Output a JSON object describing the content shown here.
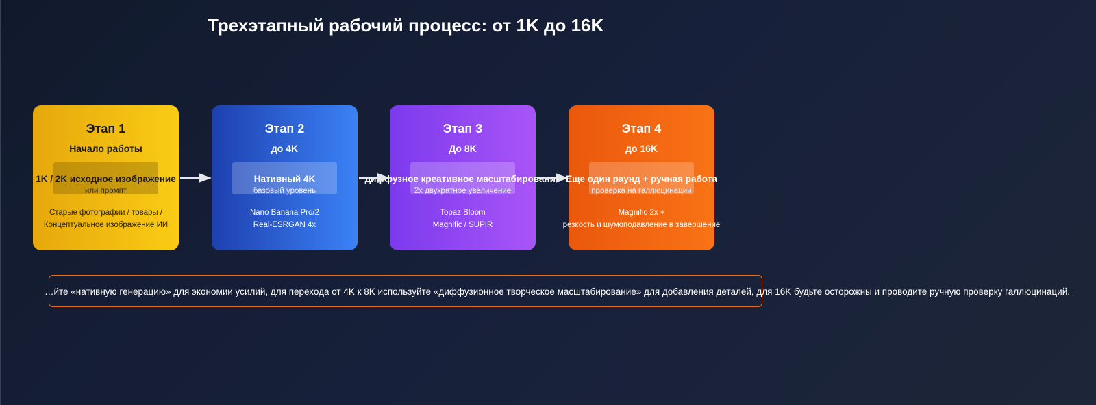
{
  "title": "Трехэтапный рабочий процесс: от 1K до 16K",
  "stages": [
    {
      "stage": "Этап 1",
      "subtitle": "Начало работы",
      "main": "1K / 2K исходное изображение",
      "sub": "или промпт",
      "tools_line1": "Старые фотографии / товары /",
      "tools_line2": "Концептуальное изображение ИИ",
      "color": "#facc15"
    },
    {
      "stage": "Этап 2",
      "subtitle": "до 4K",
      "main": "Нативный 4K",
      "sub": "базовый уровень",
      "tools_line1": "Nano Banana Pro/2",
      "tools_line2": "Real-ESRGAN 4x",
      "color": "#3b82f6"
    },
    {
      "stage": "Этап 3",
      "subtitle": "До 8K",
      "main": "диффузное креативное масштабирование",
      "sub": "2x двукратное увеличение",
      "tools_line1": "Topaz Bloom",
      "tools_line2": "Magnific / SUPIR",
      "color": "#a855f7"
    },
    {
      "stage": "Этап 4",
      "subtitle": "до 16K",
      "main": "Еще один раунд + ручная работа",
      "sub": "проверка на галлюцинации",
      "tools_line1": "Magnific 2x +",
      "tools_line2": "резкость и шумоподавление в завершение",
      "color": "#f97316"
    }
  ],
  "note": "…йте «нативную генерацию» для экономии усилий, для перехода от 4K к 8K используйте «диффузионное творческое масштабирование» для добавления деталей, для 16K будьте осторожны и проводите ручную проверку галлюцинаций.",
  "colors": {
    "background": "#141c30",
    "note_border": "#e46f24",
    "arrow": "#e5e7eb"
  }
}
